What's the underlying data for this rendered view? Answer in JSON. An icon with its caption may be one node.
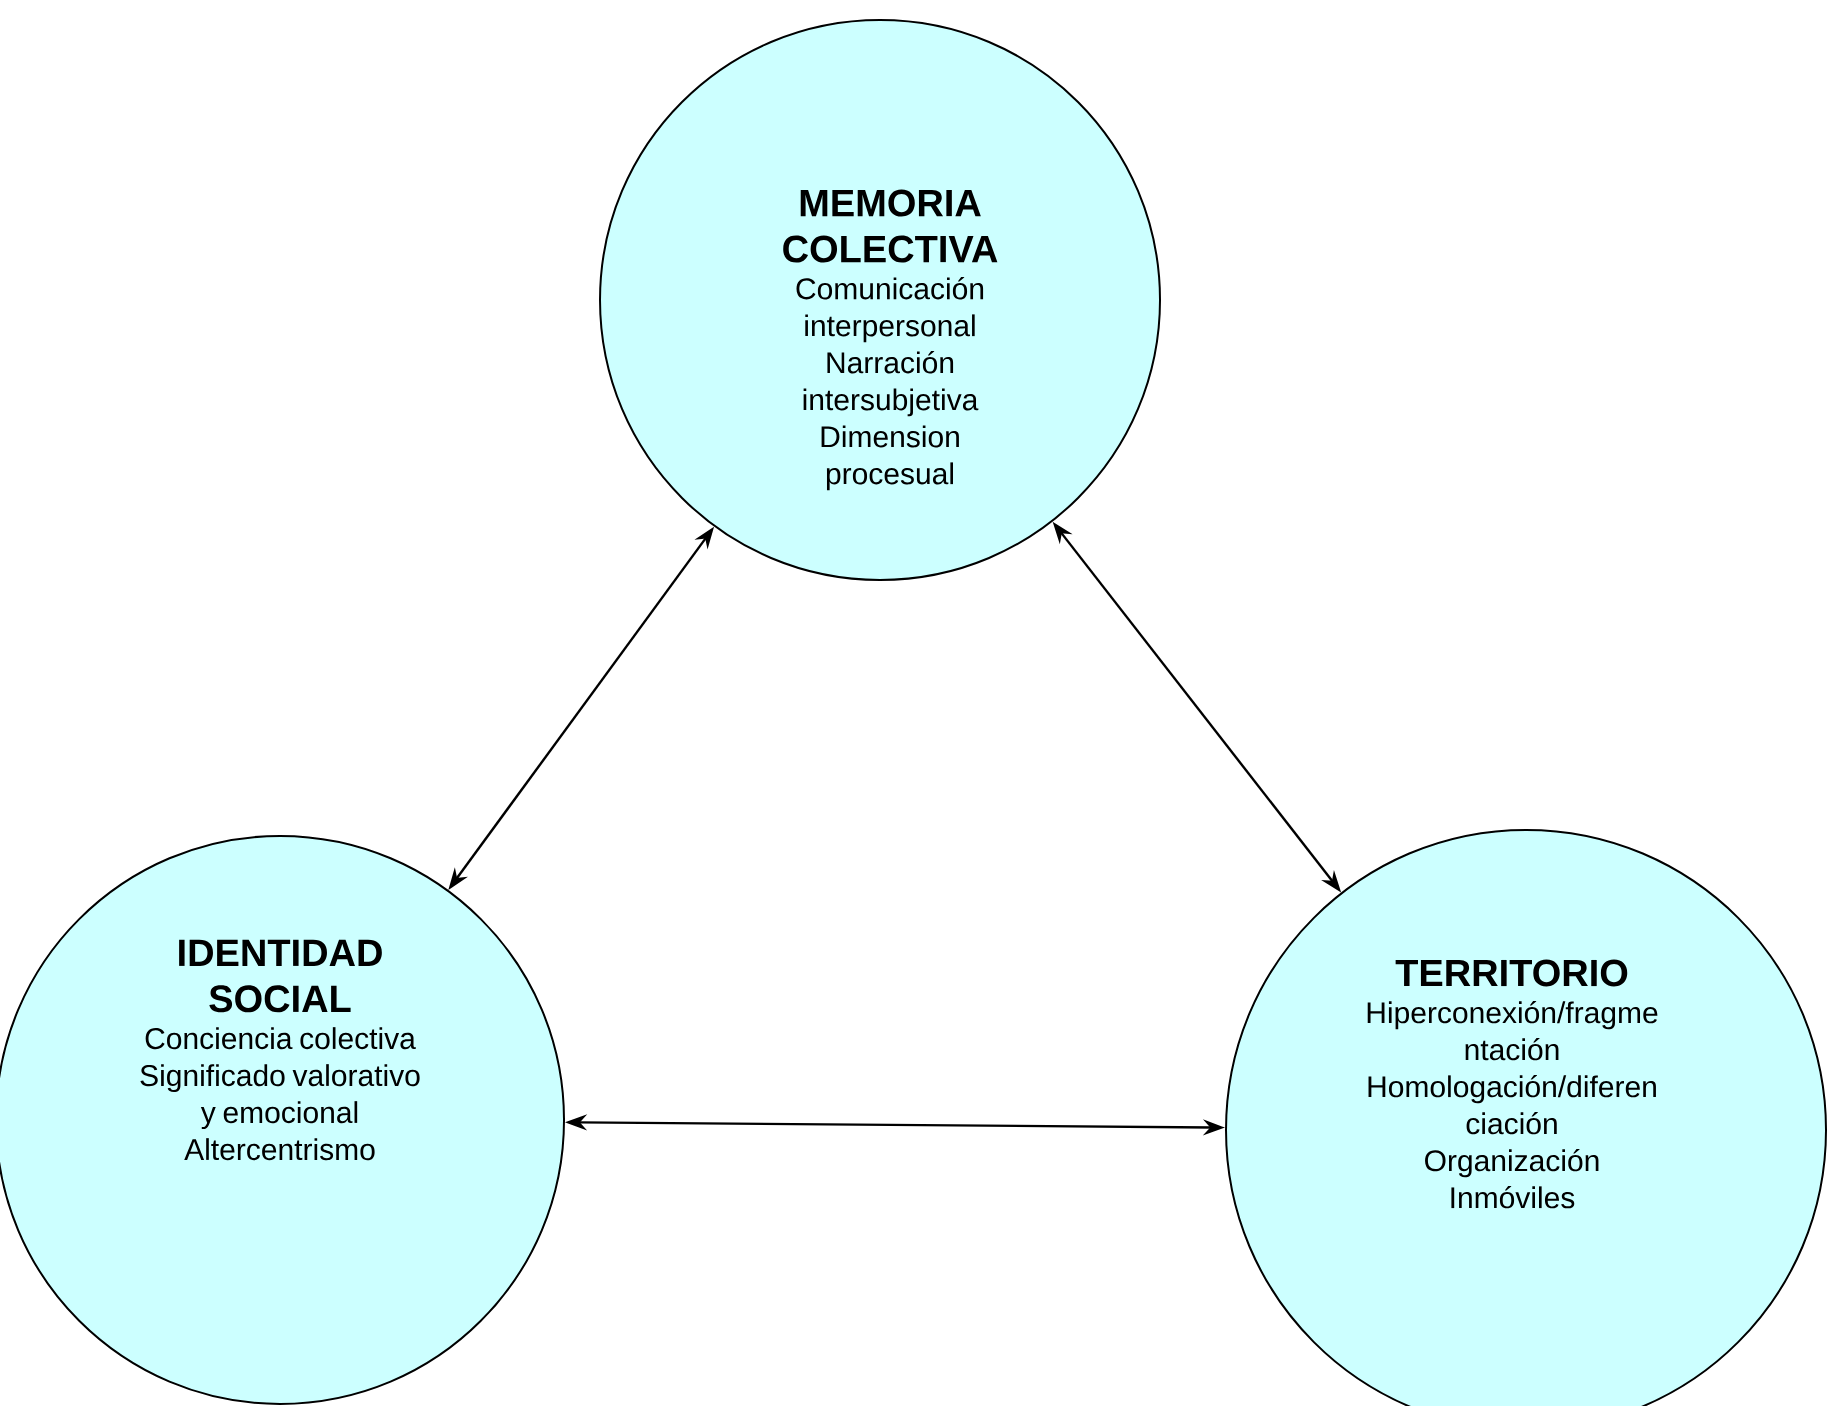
{
  "diagram": {
    "nodes": [
      {
        "text": [
          "MEMORIA COLECTIVA",
          "Comunicación interpersonal",
          "Narración intersubjetiva",
          "Dimension procesual"
        ]
      },
      {
        "text": [
          "IDENTIDAD SOCIAL",
          "Conciencia colectiva",
          "Significado valorativo y emocional",
          "Altercentrismo"
        ]
      },
      {
        "text": [
          "TERRITORIO",
          "Hiperconexión/fragme ntación",
          "Homologación/diferen ciación",
          "Organización",
          "Inmóviles"
        ]
      }
    ],
    "edges": [
      {
        "from": 0,
        "to": 1,
        "arrow": "both"
      },
      {
        "from": 0,
        "to": 2,
        "arrow": "both"
      },
      {
        "from": 1,
        "to": 2,
        "arrow": "both"
      }
    ]
  }
}
